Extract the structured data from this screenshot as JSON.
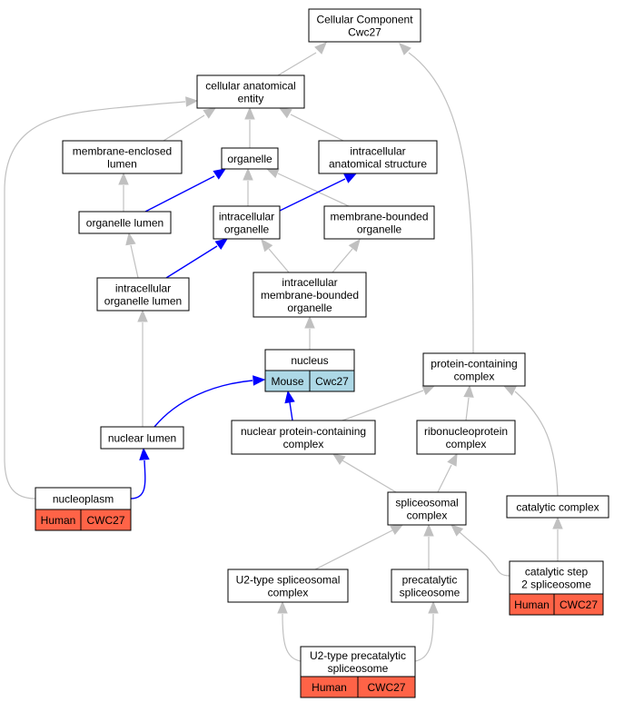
{
  "colors": {
    "edge_default": "#c0c0c0",
    "edge_highlight": "#0000ff",
    "node_border": "#000000",
    "node_fill": "#ffffff",
    "mouse_fill": "#add8e6",
    "human_fill": "#ff6347"
  },
  "nodes": {
    "root": {
      "lines": [
        "Cellular Component",
        "Cwc27"
      ]
    },
    "cae": {
      "lines": [
        "cellular anatomical",
        "entity"
      ]
    },
    "mel": {
      "lines": [
        "membrane-enclosed",
        "lumen"
      ]
    },
    "org": {
      "lines": [
        "organelle"
      ]
    },
    "ias": {
      "lines": [
        "intracellular",
        "anatomical structure"
      ]
    },
    "orglum": {
      "lines": [
        "organelle lumen"
      ]
    },
    "iorg": {
      "lines": [
        "intracellular",
        "organelle"
      ]
    },
    "mbo": {
      "lines": [
        "membrane-bounded",
        "organelle"
      ]
    },
    "iol": {
      "lines": [
        "intracellular",
        "organelle lumen"
      ]
    },
    "imbo": {
      "lines": [
        "intracellular",
        "membrane-bounded",
        "organelle"
      ]
    },
    "nucleus": {
      "lines": [
        "nucleus"
      ],
      "species": "Mouse",
      "gene": "Cwc27"
    },
    "pcc": {
      "lines": [
        "protein-containing",
        "complex"
      ]
    },
    "nlum": {
      "lines": [
        "nuclear lumen"
      ]
    },
    "npcc": {
      "lines": [
        "nuclear protein-containing",
        "complex"
      ]
    },
    "rnp": {
      "lines": [
        "ribonucleoprotein",
        "complex"
      ]
    },
    "nplasm": {
      "lines": [
        "nucleoplasm"
      ],
      "species": "Human",
      "gene": "CWC27"
    },
    "splic": {
      "lines": [
        "spliceosomal",
        "complex"
      ]
    },
    "catc": {
      "lines": [
        "catalytic complex"
      ]
    },
    "u2": {
      "lines": [
        "U2-type spliceosomal",
        "complex"
      ]
    },
    "prec": {
      "lines": [
        "precatalytic",
        "spliceosome"
      ]
    },
    "cs2": {
      "lines": [
        "catalytic step",
        "2 spliceosome"
      ],
      "species": "Human",
      "gene": "CWC27"
    },
    "u2pre": {
      "lines": [
        "U2-type precatalytic",
        "spliceosome"
      ],
      "species": "Human",
      "gene": "CWC27"
    }
  },
  "edges": [
    {
      "from": "cae",
      "to": "root",
      "highlight": false
    },
    {
      "from": "pcc",
      "to": "root",
      "highlight": false
    },
    {
      "from": "mel",
      "to": "cae",
      "highlight": false
    },
    {
      "from": "org",
      "to": "cae",
      "highlight": false
    },
    {
      "from": "ias",
      "to": "cae",
      "highlight": false
    },
    {
      "from": "nplasm",
      "to": "cae",
      "highlight": false
    },
    {
      "from": "orglum",
      "to": "mel",
      "highlight": false
    },
    {
      "from": "orglum",
      "to": "org",
      "highlight": true
    },
    {
      "from": "iorg",
      "to": "org",
      "highlight": false
    },
    {
      "from": "mbo",
      "to": "org",
      "highlight": false
    },
    {
      "from": "iorg",
      "to": "ias",
      "highlight": true
    },
    {
      "from": "iol",
      "to": "orglum",
      "highlight": false
    },
    {
      "from": "iol",
      "to": "iorg",
      "highlight": true
    },
    {
      "from": "imbo",
      "to": "iorg",
      "highlight": false
    },
    {
      "from": "imbo",
      "to": "mbo",
      "highlight": false
    },
    {
      "from": "nucleus",
      "to": "imbo",
      "highlight": false
    },
    {
      "from": "nlum",
      "to": "iol",
      "highlight": false
    },
    {
      "from": "nlum",
      "to": "nucleus",
      "highlight": true
    },
    {
      "from": "npcc",
      "to": "nucleus",
      "highlight": true
    },
    {
      "from": "npcc",
      "to": "pcc",
      "highlight": false
    },
    {
      "from": "rnp",
      "to": "pcc",
      "highlight": false
    },
    {
      "from": "catc",
      "to": "pcc",
      "highlight": false
    },
    {
      "from": "nplasm",
      "to": "nlum",
      "highlight": true
    },
    {
      "from": "splic",
      "to": "npcc",
      "highlight": false
    },
    {
      "from": "splic",
      "to": "rnp",
      "highlight": false
    },
    {
      "from": "u2",
      "to": "splic",
      "highlight": false
    },
    {
      "from": "prec",
      "to": "splic",
      "highlight": false
    },
    {
      "from": "cs2",
      "to": "splic",
      "highlight": false
    },
    {
      "from": "cs2",
      "to": "catc",
      "highlight": false
    },
    {
      "from": "u2pre",
      "to": "u2",
      "highlight": false
    },
    {
      "from": "u2pre",
      "to": "prec",
      "highlight": false
    }
  ]
}
